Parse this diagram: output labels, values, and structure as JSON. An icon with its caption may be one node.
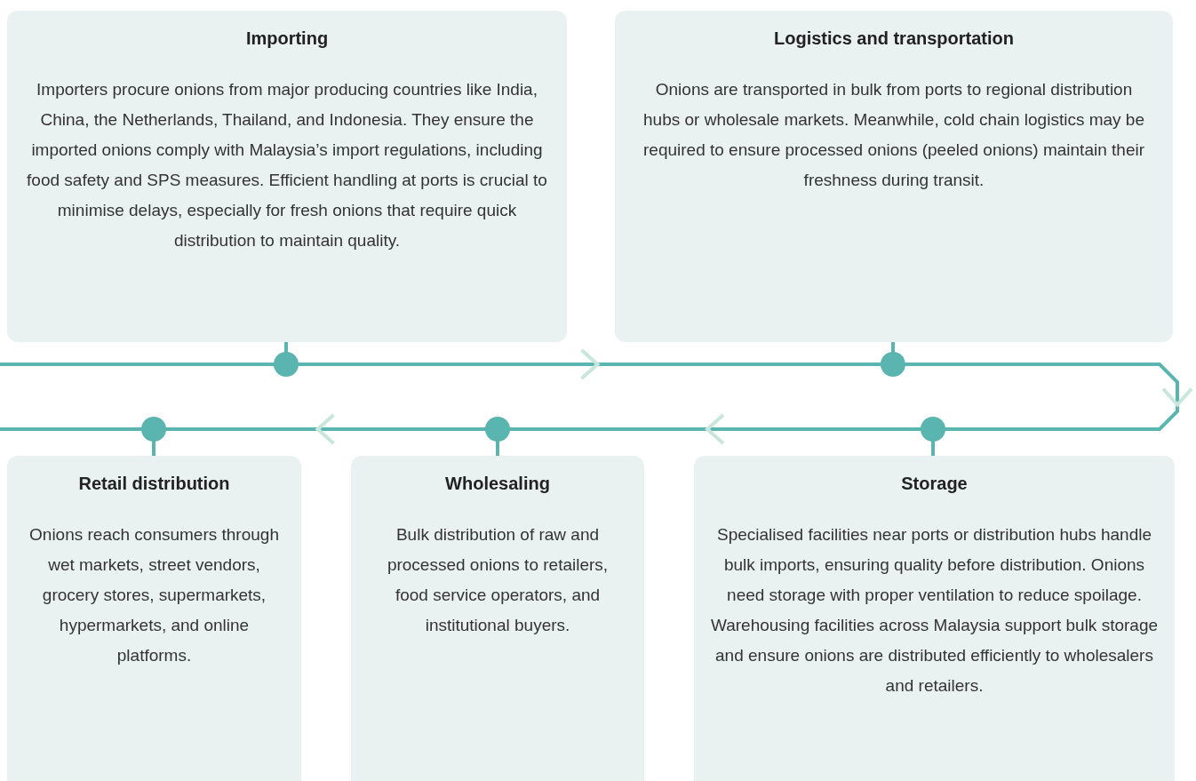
{
  "diagram": {
    "nodes": [
      {
        "text": [
          "Importing",
          "Importers procure onions from major producing countries like India, China, the Netherlands, Thailand, and Indonesia. They ensure the imported onions comply with Malaysia’s import regulations, including food safety and SPS measures. Efficient handling at ports is crucial to minimise delays, especially for fresh onions that require quick distribution to maintain quality."
        ]
      },
      {
        "text": [
          "Logistics and transportation",
          "Onions are transported in bulk from ports to regional distribution hubs or wholesale markets. Meanwhile, cold chain logistics may be required to ensure processed onions (peeled onions) maintain their freshness during transit."
        ]
      },
      {
        "text": [
          "Storage",
          "Specialised facilities near ports or distribution hubs handle bulk imports, ensuring quality before distribution. Onions need storage with proper ventilation to reduce spoilage. Warehousing facilities across Malaysia support bulk storage and ensure onions are distributed efficiently to wholesalers and retailers."
        ]
      },
      {
        "text": [
          "Wholesaling",
          "Bulk distribution of raw and processed onions to retailers, food service operators, and institutional buyers."
        ]
      },
      {
        "text": [
          "Retail distribution",
          "Onions reach consumers through wet markets, street vendors, grocery stores, supermarkets, hypermarkets, and online platforms."
        ]
      }
    ],
    "edges": [
      {
        "from": 0,
        "to": 1,
        "arrow": "to"
      },
      {
        "from": 1,
        "to": 2,
        "arrow": "to"
      },
      {
        "from": 2,
        "to": 3,
        "arrow": "to"
      },
      {
        "from": 3,
        "to": 4,
        "arrow": "to"
      }
    ]
  }
}
